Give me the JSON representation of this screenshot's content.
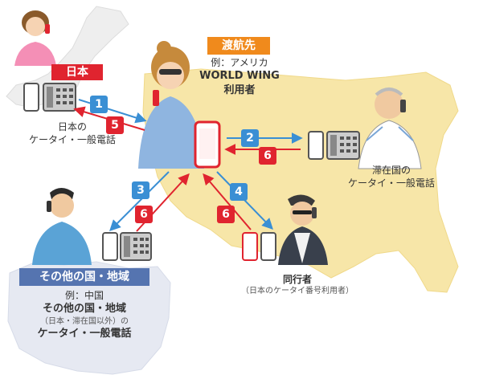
{
  "origin": {
    "tag": "日本",
    "caption_line1": "日本の",
    "caption_line2": "ケータイ・一般電話"
  },
  "destination": {
    "tag": "渡航先",
    "example": "例：アメリカ",
    "service": "WORLD WING",
    "user": "利用者"
  },
  "local": {
    "caption_line1": "滞在国の",
    "caption_line2": "ケータイ・一般電話"
  },
  "companion": {
    "caption_line1": "同行者",
    "caption_line2": "（日本のケータイ番号利用者）"
  },
  "other": {
    "tag": "その他の国・地域",
    "example": "例：中国",
    "caption_line1": "その他の国・地域",
    "caption_line2": "（日本・滞在国以外）の",
    "caption_line3": "ケータイ・一般電話"
  },
  "badges": [
    "1",
    "5",
    "2",
    "6",
    "3",
    "6",
    "4",
    "6"
  ],
  "colors": {
    "call_blue": "#3a8fd4",
    "call_red": "#e0242f",
    "destination_tag": "#f08a1c",
    "origin_tag": "#e0242f",
    "other_tag": "#5574b0",
    "map_fill": "#f7e6a8"
  }
}
